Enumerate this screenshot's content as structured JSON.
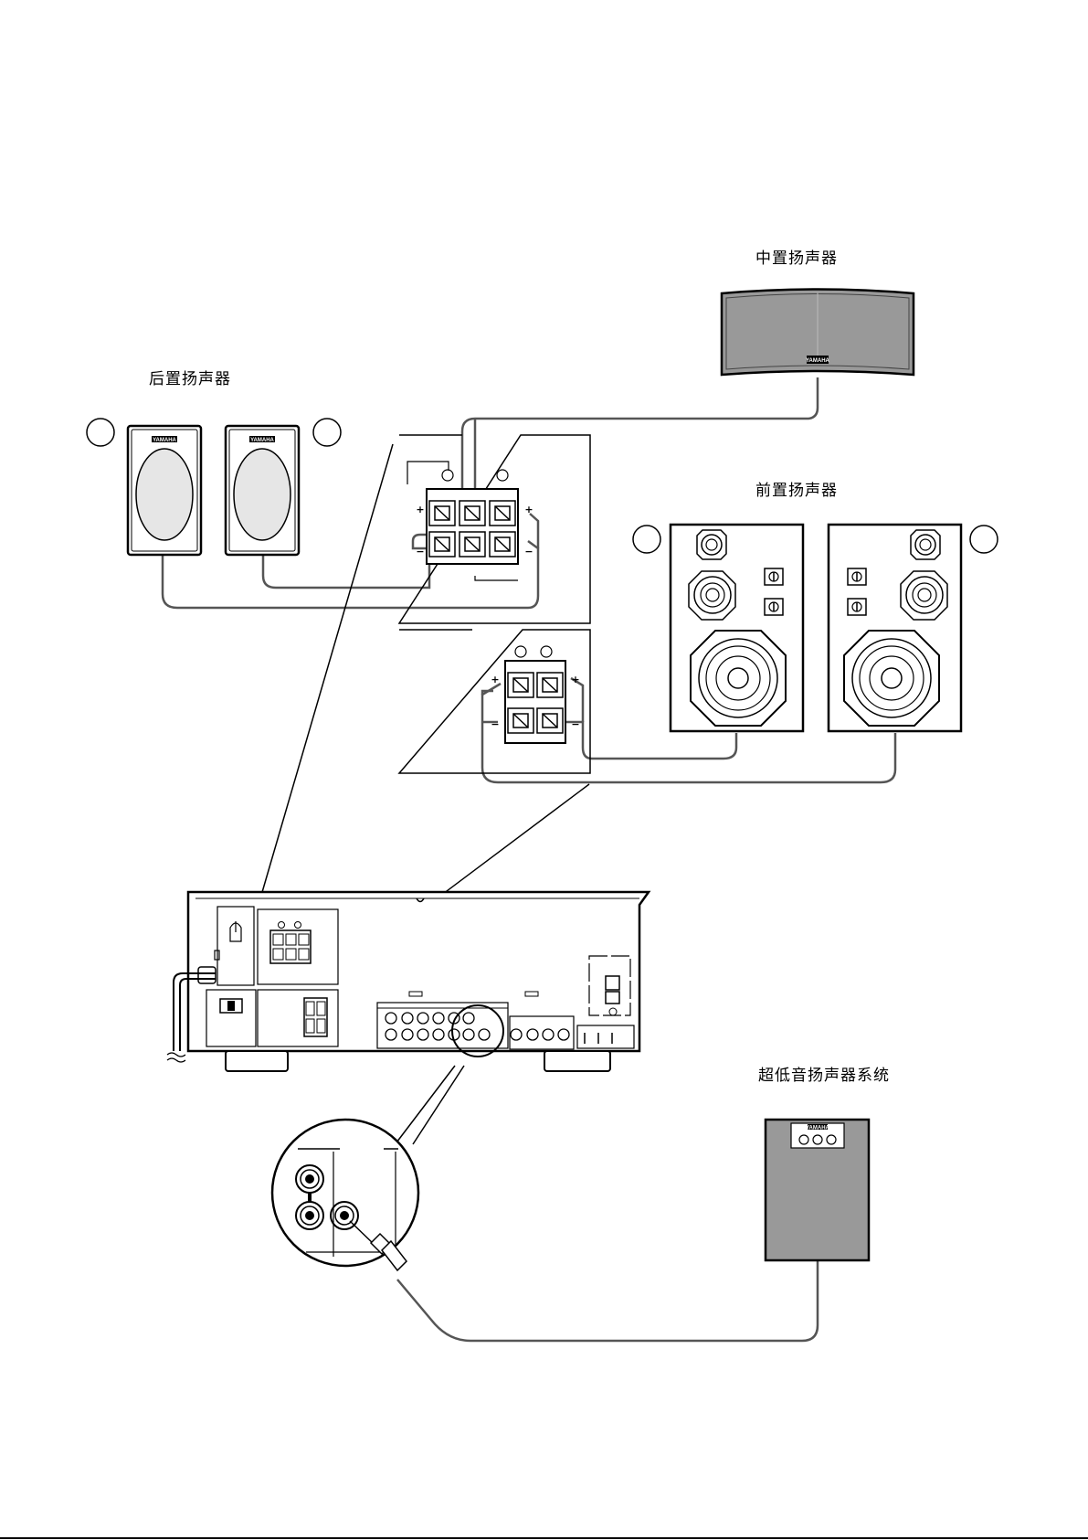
{
  "labels": {
    "center_speaker": "中置扬声器",
    "rear_speakers": "后置扬声器",
    "front_speakers": "前置扬声器",
    "subwoofer_system": "超低音扬声器系统"
  },
  "brand": "YAMAHA",
  "terminal_marks": {
    "plus": "+",
    "minus": "−"
  },
  "colors": {
    "line": "#000000",
    "cable": "#555555",
    "speaker_body": "#999999",
    "cone": "#e6e6e6"
  }
}
